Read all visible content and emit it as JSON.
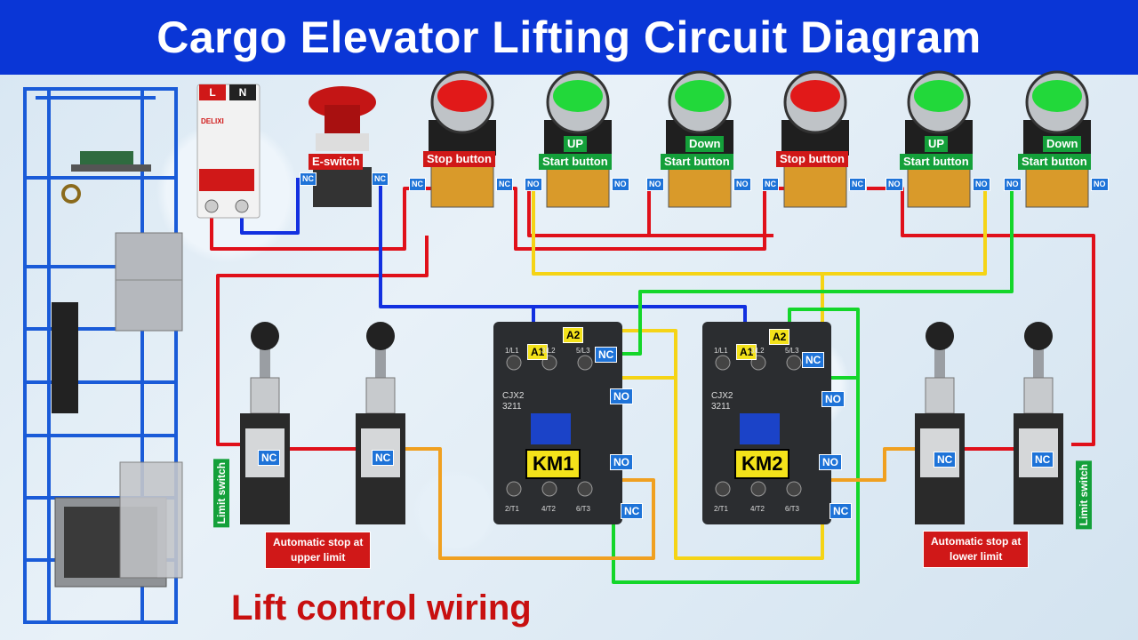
{
  "title": "Cargo Elevator Lifting Circuit Diagram",
  "footer": "Lift control wiring",
  "breaker": {
    "l": "L",
    "n": "N",
    "brand": "DELIXI"
  },
  "estop": {
    "label": "E-switch",
    "nc_left": "NC",
    "nc_right": "NC"
  },
  "buttons": [
    {
      "label": "Stop button",
      "sub": "",
      "color": "#e11919",
      "left": "NC",
      "right": "NC",
      "style": "red"
    },
    {
      "label": "Start button",
      "sub": "UP",
      "color": "#22d83a",
      "left": "NO",
      "right": "NO",
      "style": "green"
    },
    {
      "label": "Start button",
      "sub": "Down",
      "color": "#22d83a",
      "left": "NO",
      "right": "NO",
      "style": "green"
    },
    {
      "label": "Stop button",
      "sub": "",
      "color": "#e11919",
      "left": "NC",
      "right": "NC",
      "style": "red"
    },
    {
      "label": "Start button",
      "sub": "UP",
      "color": "#22d83a",
      "left": "NO",
      "right": "NO",
      "style": "green"
    },
    {
      "label": "Start button",
      "sub": "Down",
      "color": "#22d83a",
      "left": "NO",
      "right": "NO",
      "style": "green"
    }
  ],
  "contactors": [
    {
      "name": "KM1",
      "model": "CJX2",
      "code": "3211",
      "a1": "A1",
      "a2": "A2",
      "nc_top": "NC",
      "no_top": "NO",
      "no_bot": "NO",
      "nc_bot": "NC",
      "t_top": [
        "1/L1",
        "3/L2",
        "5/L3"
      ],
      "t_bot": [
        "2/T1",
        "4/T2",
        "6/T3"
      ]
    },
    {
      "name": "KM2",
      "model": "CJX2",
      "code": "3211",
      "a1": "A1",
      "a2": "A2",
      "nc_top": "NC",
      "no_top": "NO",
      "no_bot": "NO",
      "nc_bot": "NC",
      "t_top": [
        "1/L1",
        "3/L2",
        "5/L3"
      ],
      "t_bot": [
        "2/T1",
        "4/T2",
        "6/T3"
      ]
    }
  ],
  "limit_switches": {
    "nc": "NC",
    "vertical_label": "Limit switch"
  },
  "upper_note": "Automatic stop at\nupper limit",
  "lower_note": "Automatic stop at\nlower limit",
  "colors": {
    "red": "#e0101a",
    "blue": "#1230e0",
    "yellow": "#f5d416",
    "green": "#14d62a",
    "orange": "#f0a020",
    "banner": "#0a36d6"
  }
}
